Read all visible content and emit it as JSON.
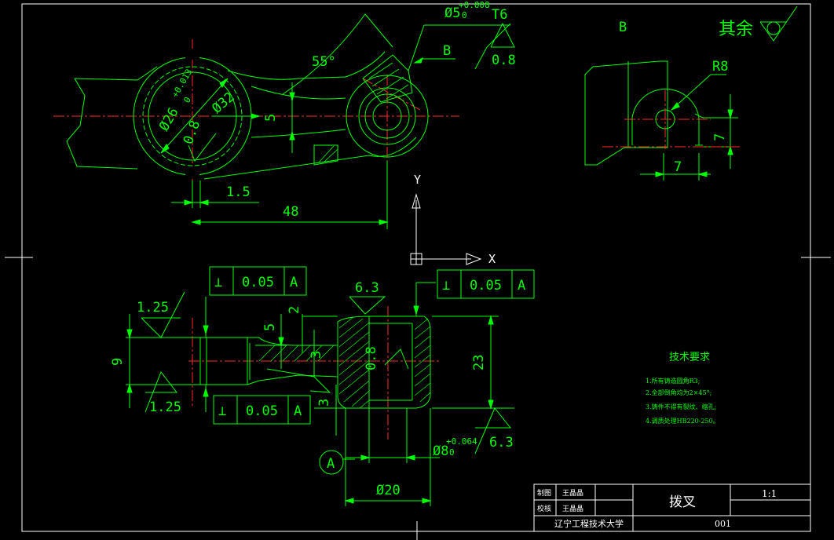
{
  "colors": {
    "background": "#000000",
    "geometry": "#00ff00",
    "annotation": "#00ff00",
    "centerline": "#ff2a2a",
    "frame": "#ffffff",
    "axis": "#ffffff"
  },
  "top_view": {
    "angle": "55°",
    "dia_hole_text": "Ø5",
    "dia_hole_tol_upper": "+0.008",
    "dia_hole_tol_lower": "0",
    "t6": "T6",
    "section_mark": "B",
    "roughness_08": "0.8",
    "dia_bore": "Ø26",
    "dia_bore_tol_upper": "+0.013",
    "dia_bore_tol_lower": "0",
    "dia_outer": "Ø32",
    "roughness_bore": "0.8",
    "dim_5": "5",
    "dim_15": "1.5",
    "dim_48": "48"
  },
  "view_b": {
    "title": "B",
    "radius": "R8",
    "dim_7_v": "7",
    "dim_7_h": "7"
  },
  "rest_mark": {
    "label": "其余"
  },
  "axis": {
    "y": "Y",
    "x": "X"
  },
  "front_view": {
    "fcf_top_left": {
      "symbol": "⊥",
      "value": "0.05",
      "datum": "A"
    },
    "fcf_top_right": {
      "symbol": "⊥",
      "value": "0.05",
      "datum": "A"
    },
    "fcf_bottom": {
      "symbol": "⊥",
      "value": "0.05",
      "datum": "A"
    },
    "roughness_125_top": "1.25",
    "roughness_125_bottom": "1.25",
    "roughness_63_top": "6.3",
    "roughness_63_right": "6.3",
    "roughness_08": "0.8",
    "dim_9": "9",
    "dim_5": "5",
    "dim_2": "2",
    "dim_3_top": "3",
    "dim_3_bottom": "3",
    "dim_23": "23",
    "dia_8": "Ø8",
    "dia_8_tol_upper": "+0.064",
    "dia_8_tol_lower": "0",
    "dia_20": "Ø20",
    "datum_label": "A"
  },
  "tech_req": {
    "title": "技术要求",
    "items": [
      "1.所有铸造圆角R3;",
      "2.全部倒角均为2×45°;",
      "3.铸件不得有裂纹、缩孔;",
      "4.调质处理HB220-250。"
    ]
  },
  "title_block": {
    "drawn_label": "制图",
    "drawn_name": "王晶晶",
    "checked_label": "校核",
    "checked_name": "王晶晶",
    "part_name": "拨叉",
    "scale": "1:1",
    "school": "辽宁工程技术大学",
    "drawing_no": "001"
  }
}
